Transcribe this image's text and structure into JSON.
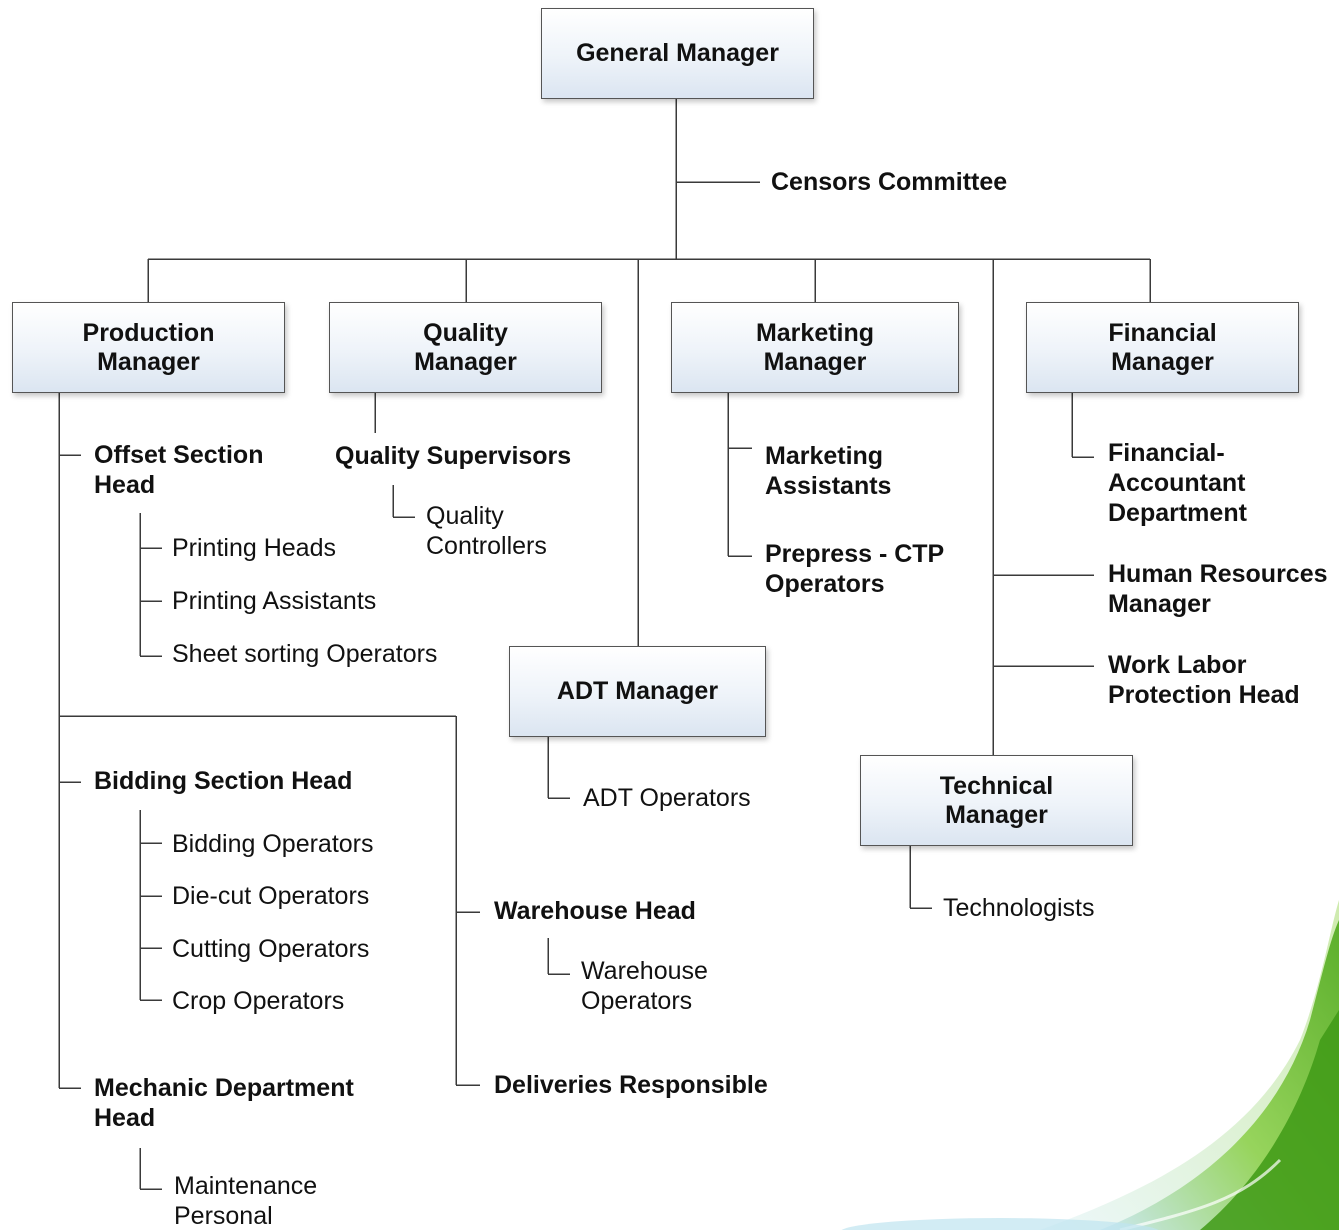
{
  "chart": {
    "boxes": {
      "general_manager": "General Manager",
      "production_manager": "Production\nManager",
      "quality_manager": "Quality\nManager",
      "marketing_manager": "Marketing\nManager",
      "financial_manager": "Financial\nManager",
      "adt_manager": "ADT Manager",
      "technical_manager": "Technical\nManager"
    },
    "labels": {
      "censors_committee": "Censors Committee",
      "offset_section_head": "Offset Section\nHead",
      "printing_heads": "Printing Heads",
      "printing_assistants": "Printing Assistants",
      "sheet_sorting_operators": "Sheet sorting Operators",
      "bidding_section_head": "Bidding Section Head",
      "bidding_operators": "Bidding Operators",
      "die_cut_operators": "Die-cut Operators",
      "cutting_operators": "Cutting Operators",
      "crop_operators": "Crop Operators",
      "mechanic_department_head": "Mechanic Department\nHead",
      "maintenance_personal": "Maintenance\nPersonal",
      "warehouse_head": "Warehouse Head",
      "warehouse_operators": "Warehouse\nOperators",
      "deliveries_responsible": "Deliveries Responsible",
      "quality_supervisors": "Quality Supervisors",
      "quality_controllers": "Quality\nControllers",
      "adt_operators": "ADT Operators",
      "marketing_assistants": "Marketing\nAssistants",
      "prepress_ctp_operators": "Prepress - CTP\nOperators",
      "financial_accountant_department": "Financial-\nAccountant\nDepartment",
      "human_resources_manager": "Human Resources\nManager",
      "work_labor_protection_head": "Work Labor\nProtection Head",
      "technologists": "Technologists"
    }
  },
  "colors": {
    "line": "#3a3a3a",
    "box_border": "#555555",
    "box_fill_top": "#ffffff",
    "box_fill_bottom": "#dbe5f1",
    "decor_green": "#6fc22a",
    "decor_blue": "#7ec8e3"
  }
}
